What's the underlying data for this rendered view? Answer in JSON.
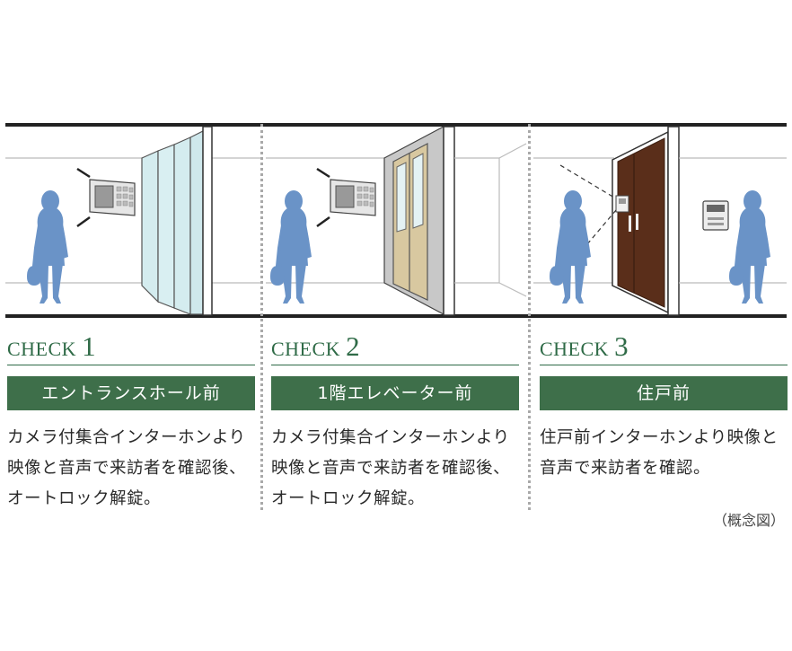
{
  "panels": [
    {
      "check_label": "CHECK",
      "check_number": "1",
      "location": "エントランスホール前",
      "description": "カメラ付集合インターホンより映像と音声で来訪者を確認後、オートロック解錠。"
    },
    {
      "check_label": "CHECK",
      "check_number": "2",
      "location": "1階エレベーター前",
      "description": "カメラ付集合インターホンより映像と音声で来訪者を確認後、オートロック解錠。"
    },
    {
      "check_label": "CHECK",
      "check_number": "3",
      "location": "住戸前",
      "description": "住戸前インターホンより映像と音声で来訪者を確認。"
    }
  ],
  "footnote": "（概念図）",
  "colors": {
    "accent_green": "#3e6f4a",
    "heading_green": "#2f6b47",
    "person_blue": "#6a93c7",
    "door_wood": "#5a2e1a",
    "elevator_door": "#d8c8a0",
    "glass": "#d4ecef"
  },
  "icons": [
    "person-silhouette",
    "intercom-panel",
    "camera-view-lines",
    "glass-door",
    "elevator-door",
    "entry-door",
    "indoor-monitor"
  ]
}
